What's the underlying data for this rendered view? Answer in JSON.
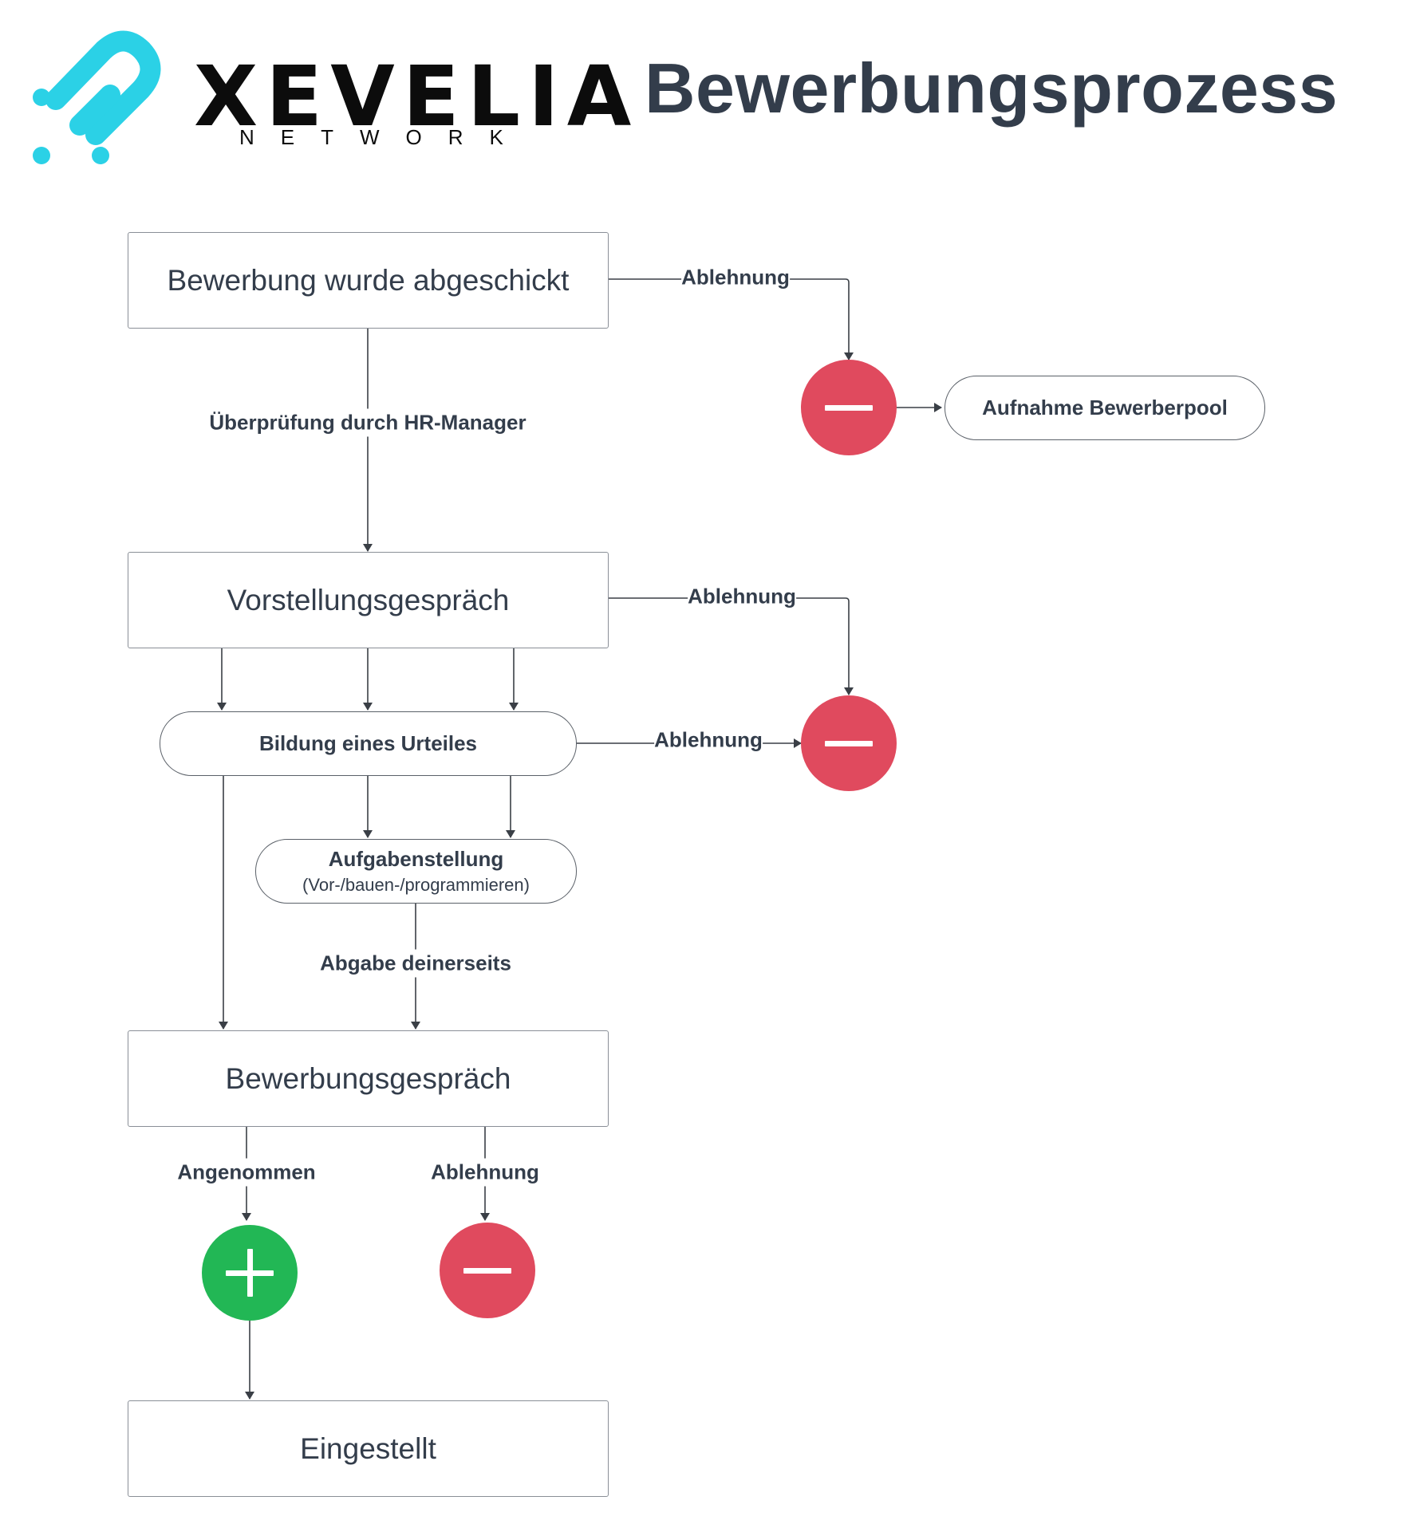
{
  "logo": {
    "wordmark": "XEVELIA",
    "subtitle": "NETWORK",
    "accent": "#2bd1e6"
  },
  "title": "Bewerbungsprozess",
  "colors": {
    "text": "#333d4b",
    "reject": "#e04a5e",
    "accept": "#22b755",
    "line": "#3a3f46"
  },
  "nodes": {
    "submitted": "Bewerbung wurde abgeschickt",
    "pool": "Aufnahme Bewerberpool",
    "interview": "Vorstellungsgespräch",
    "judgement": "Bildung eines Urteiles",
    "task_title": "Aufgabenstellung",
    "task_sub": "(Vor-/bauen-/programmieren)",
    "application_talk": "Bewerbungsgespräch",
    "hired": "Eingestellt"
  },
  "edges": {
    "reject1": "Ablehnung",
    "hr_review": "Überprüfung durch HR-Manager",
    "reject2": "Ablehnung",
    "reject3": "Ablehnung",
    "submission": "Abgabe deinerseits",
    "accepted": "Angenommen",
    "reject4": "Ablehnung"
  },
  "icons": {
    "reject": "minus-icon",
    "accept": "plus-icon"
  }
}
